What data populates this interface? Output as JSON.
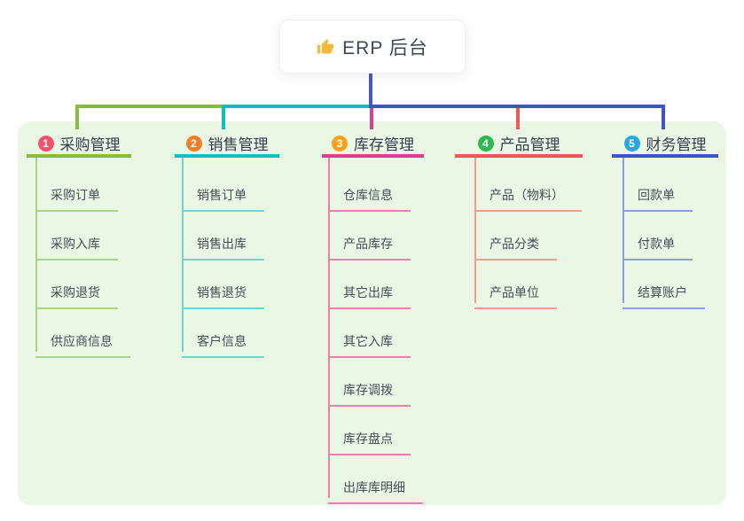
{
  "root": {
    "title": "ERP 后台",
    "icon": "thumbs-up"
  },
  "panel": {
    "background": "#EBF7E5"
  },
  "connector": {
    "color": "#4458C8"
  },
  "branches": [
    {
      "index": "1",
      "label": "采购管理",
      "badge_color": "#F4516C",
      "line_color": "#87BC42",
      "child_line_color": "#A9D488",
      "children": [
        "采购订单",
        "采购入库",
        "采购退货",
        "供应商信息"
      ]
    },
    {
      "index": "2",
      "label": "销售管理",
      "badge_color": "#F57D23",
      "line_color": "#13BCBE",
      "child_line_color": "#6FD5D3",
      "children": [
        "销售订单",
        "销售出库",
        "销售退货",
        "客户信息"
      ]
    },
    {
      "index": "3",
      "label": "库存管理",
      "badge_color": "#F9A11B",
      "line_color": "#D9418F",
      "child_line_color": "#F27EB1",
      "children": [
        "仓库信息",
        "产品库存",
        "其它出库",
        "其它入库",
        "库存调拨",
        "库存盘点",
        "出库库明细"
      ]
    },
    {
      "index": "4",
      "label": "产品管理",
      "badge_color": "#2EB850",
      "line_color": "#F15956",
      "child_line_color": "#F59B92",
      "children": [
        "产品（物料）",
        "产品分类",
        "产品单位"
      ]
    },
    {
      "index": "5",
      "label": "财务管理",
      "badge_color": "#29A6DE",
      "line_color": "#3D54C5",
      "child_line_color": "#8C9DE6",
      "children": [
        "回款单",
        "付款单",
        "结算账户"
      ]
    }
  ]
}
